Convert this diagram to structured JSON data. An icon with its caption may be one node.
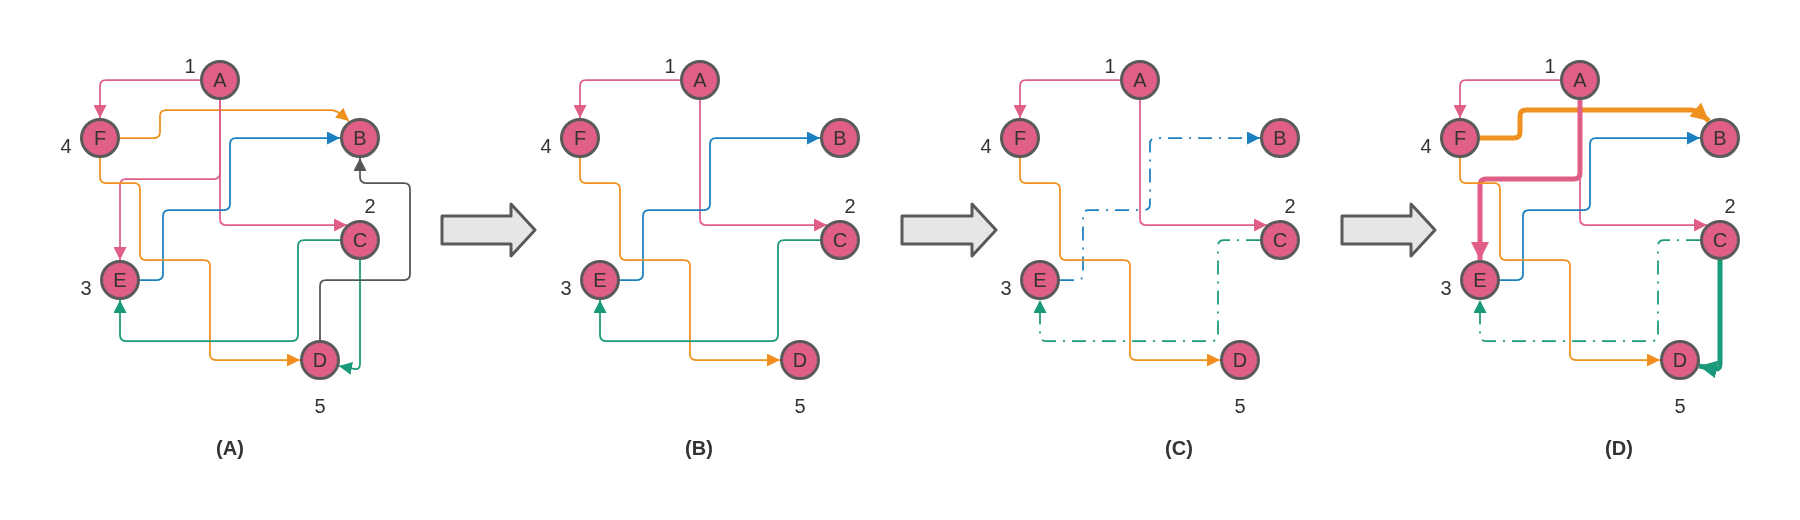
{
  "diagram": {
    "nodes": [
      {
        "text": [
          "(A)"
        ]
      },
      {
        "text": [
          "A"
        ],
        "beside": [
          "1"
        ],
        "in": 0
      },
      {
        "text": [
          "F"
        ],
        "beside": [
          "4"
        ],
        "in": 0
      },
      {
        "text": [
          "B"
        ],
        "in": 0
      },
      {
        "text": [
          "C"
        ],
        "beside": [
          "2"
        ],
        "in": 0
      },
      {
        "text": [
          "E"
        ],
        "beside": [
          "3"
        ],
        "in": 0
      },
      {
        "text": [
          "D"
        ],
        "beside": [
          "5"
        ],
        "in": 0
      },
      {
        "text": [
          "(B)"
        ]
      },
      {
        "text": [
          "A"
        ],
        "beside": [
          "1"
        ],
        "in": 7
      },
      {
        "text": [
          "F"
        ],
        "beside": [
          "4"
        ],
        "in": 7
      },
      {
        "text": [
          "B"
        ],
        "in": 7
      },
      {
        "text": [
          "C"
        ],
        "beside": [
          "2"
        ],
        "in": 7
      },
      {
        "text": [
          "E"
        ],
        "beside": [
          "3"
        ],
        "in": 7
      },
      {
        "text": [
          "D"
        ],
        "beside": [
          "5"
        ],
        "in": 7
      },
      {
        "text": [
          "(C)"
        ]
      },
      {
        "text": [
          "A"
        ],
        "beside": [
          "1"
        ],
        "in": 14
      },
      {
        "text": [
          "F"
        ],
        "beside": [
          "4"
        ],
        "in": 14
      },
      {
        "text": [
          "B"
        ],
        "in": 14
      },
      {
        "text": [
          "C"
        ],
        "beside": [
          "2"
        ],
        "in": 14
      },
      {
        "text": [
          "E"
        ],
        "beside": [
          "3"
        ],
        "in": 14
      },
      {
        "text": [
          "D"
        ],
        "beside": [
          "5"
        ],
        "in": 14
      },
      {
        "text": [
          "(D)"
        ]
      },
      {
        "text": [
          "A"
        ],
        "beside": [
          "1"
        ],
        "in": 21
      },
      {
        "text": [
          "F"
        ],
        "beside": [
          "4"
        ],
        "in": 21
      },
      {
        "text": [
          "B"
        ],
        "in": 21
      },
      {
        "text": [
          "C"
        ],
        "beside": [
          "2"
        ],
        "in": 21
      },
      {
        "text": [
          "E"
        ],
        "beside": [
          "3"
        ],
        "in": 21
      },
      {
        "text": [
          "D"
        ],
        "beside": [
          "5"
        ],
        "in": 21
      }
    ],
    "edges": [
      {
        "from": 1,
        "to": 2,
        "arrow": "to",
        "color": "#df5f86"
      },
      {
        "from": 2,
        "to": 3,
        "arrow": "to",
        "color": "#f0901e"
      },
      {
        "from": 1,
        "to": 5,
        "arrow": "to",
        "color": "#df5f86"
      },
      {
        "from": 1,
        "to": 4,
        "arrow": "to",
        "color": "#df5f86"
      },
      {
        "from": 5,
        "to": 3,
        "arrow": "to",
        "color": "#1a7fc1"
      },
      {
        "from": 2,
        "to": 6,
        "arrow": "to",
        "color": "#f0901e"
      },
      {
        "from": 4,
        "to": 5,
        "arrow": "to",
        "color": "#1a9a7a"
      },
      {
        "from": 4,
        "to": 6,
        "arrow": "to",
        "color": "#1a9a7a"
      },
      {
        "from": 6,
        "to": 3,
        "arrow": "to",
        "color": "#555555"
      },
      {
        "from": 8,
        "to": 9,
        "arrow": "to",
        "color": "#df5f86"
      },
      {
        "from": 8,
        "to": 11,
        "arrow": "to",
        "color": "#df5f86"
      },
      {
        "from": 12,
        "to": 10,
        "arrow": "to",
        "color": "#1a7fc1"
      },
      {
        "from": 9,
        "to": 13,
        "arrow": "to",
        "color": "#f0901e"
      },
      {
        "from": 11,
        "to": 12,
        "arrow": "to",
        "color": "#1a9a7a"
      },
      {
        "from": 15,
        "to": 16,
        "arrow": "to",
        "color": "#df5f86"
      },
      {
        "from": 15,
        "to": 18,
        "arrow": "to",
        "color": "#df5f86"
      },
      {
        "from": 19,
        "to": 17,
        "arrow": "to",
        "style": "dashed",
        "color": "#1a7fc1"
      },
      {
        "from": 16,
        "to": 20,
        "arrow": "to",
        "color": "#f0901e"
      },
      {
        "from": 18,
        "to": 19,
        "arrow": "to",
        "style": "dashed",
        "color": "#1a9a7a"
      },
      {
        "from": 22,
        "to": 23,
        "arrow": "to",
        "color": "#df5f86"
      },
      {
        "from": 23,
        "to": 24,
        "arrow": "to",
        "style": "thick",
        "color": "#f0901e"
      },
      {
        "from": 22,
        "to": 26,
        "arrow": "to",
        "style": "thick",
        "color": "#df5f86"
      },
      {
        "from": 22,
        "to": 25,
        "arrow": "to",
        "color": "#df5f86"
      },
      {
        "from": 26,
        "to": 24,
        "arrow": "to",
        "color": "#1a7fc1"
      },
      {
        "from": 23,
        "to": 27,
        "arrow": "to",
        "color": "#f0901e"
      },
      {
        "from": 25,
        "to": 26,
        "arrow": "to",
        "style": "dashed",
        "color": "#1a9a7a"
      },
      {
        "from": 25,
        "to": 27,
        "arrow": "to",
        "style": "thick",
        "color": "#1a9a7a"
      },
      {
        "from": 0,
        "to": 7,
        "arrow": "to",
        "color": "#5a5a5a"
      },
      {
        "from": 7,
        "to": 14,
        "arrow": "to",
        "color": "#5a5a5a"
      },
      {
        "from": 14,
        "to": 21,
        "arrow": "to",
        "color": "#5a5a5a"
      }
    ]
  }
}
